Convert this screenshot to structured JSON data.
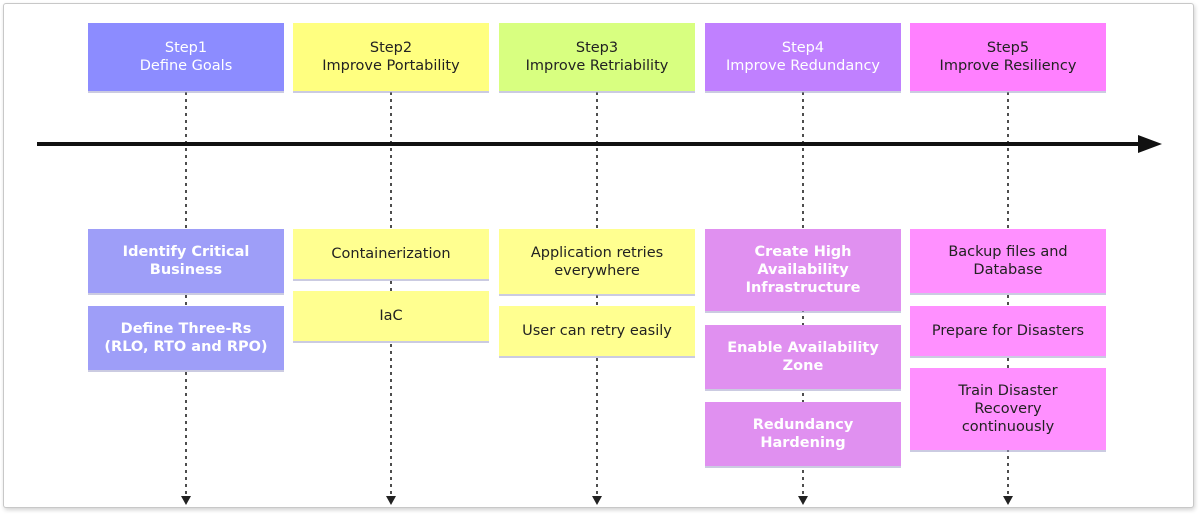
{
  "colors": {
    "step1": "#8c8cff",
    "step1_task": "#9e9ef8",
    "step2": "#ffff80",
    "step2_task": "#ffff90",
    "step3": "#d8ff80",
    "step3_task": "#ffff90",
    "step4": "#c080ff",
    "step4_task": "#e090f0",
    "step5": "#ff80ff",
    "step5_task": "#ff90ff",
    "timeline": "#111111"
  },
  "steps": [
    {
      "title": "Step1",
      "subtitle": "Define Goals",
      "tasks": [
        {
          "lines": [
            "Identify Critical",
            "Business"
          ]
        },
        {
          "lines": [
            "Define Three-Rs",
            "(RLO, RTO and RPO)"
          ]
        }
      ]
    },
    {
      "title": "Step2",
      "subtitle": "Improve Portability",
      "tasks": [
        {
          "lines": [
            "Containerization"
          ]
        },
        {
          "lines": [
            "IaC"
          ]
        }
      ]
    },
    {
      "title": "Step3",
      "subtitle": "Improve Retriability",
      "tasks": [
        {
          "lines": [
            "Application retries",
            "everywhere"
          ]
        },
        {
          "lines": [
            "User can retry easily"
          ]
        }
      ]
    },
    {
      "title": "Step4",
      "subtitle": "Improve Redundancy",
      "tasks": [
        {
          "lines": [
            "Create High",
            "Availability",
            "Infrastructure"
          ]
        },
        {
          "lines": [
            "Enable Availability",
            "Zone"
          ]
        },
        {
          "lines": [
            "Redundancy",
            "Hardening"
          ]
        }
      ]
    },
    {
      "title": "Step5",
      "subtitle": "Improve Resiliency",
      "tasks": [
        {
          "lines": [
            "Backup files and",
            "Database"
          ]
        },
        {
          "lines": [
            "Prepare for Disasters"
          ]
        },
        {
          "lines": [
            "Train Disaster",
            "Recovery",
            "continuously"
          ]
        }
      ]
    }
  ]
}
